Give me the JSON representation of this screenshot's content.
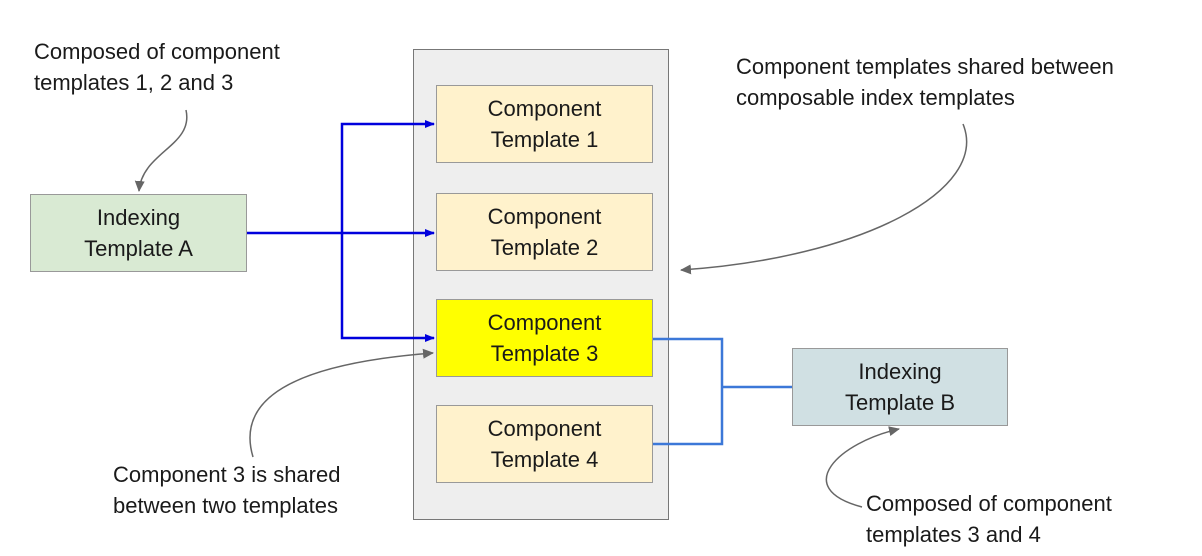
{
  "colors": {
    "component_fill": "#fff2cc",
    "highlight_fill": "#ffff00",
    "index_a_fill": "#d9ead3",
    "index_b_fill": "#d0e0e3",
    "container_fill": "#eeeeee",
    "arrow_a": "#0000dd",
    "arrow_b": "#3c78d8",
    "annotation": "#666666"
  },
  "components": [
    {
      "line1": "Component",
      "line2": "Template 1"
    },
    {
      "line1": "Component",
      "line2": "Template 2"
    },
    {
      "line1": "Component",
      "line2": "Template 3"
    },
    {
      "line1": "Component",
      "line2": "Template 4"
    }
  ],
  "index_templates": {
    "a": {
      "line1": "Indexing",
      "line2": "Template A"
    },
    "b": {
      "line1": "Indexing",
      "line2": "Template B"
    }
  },
  "annotations": {
    "top_left": {
      "line1": "Composed of component",
      "line2": "templates 1, 2 and 3"
    },
    "top_right": {
      "line1": "Component templates shared between",
      "line2": "composable index templates"
    },
    "bottom_left": {
      "line1": "Component 3 is shared",
      "line2": "between two templates"
    },
    "bottom_right": {
      "line1": "Composed of component",
      "line2": "templates 3 and 4"
    }
  }
}
